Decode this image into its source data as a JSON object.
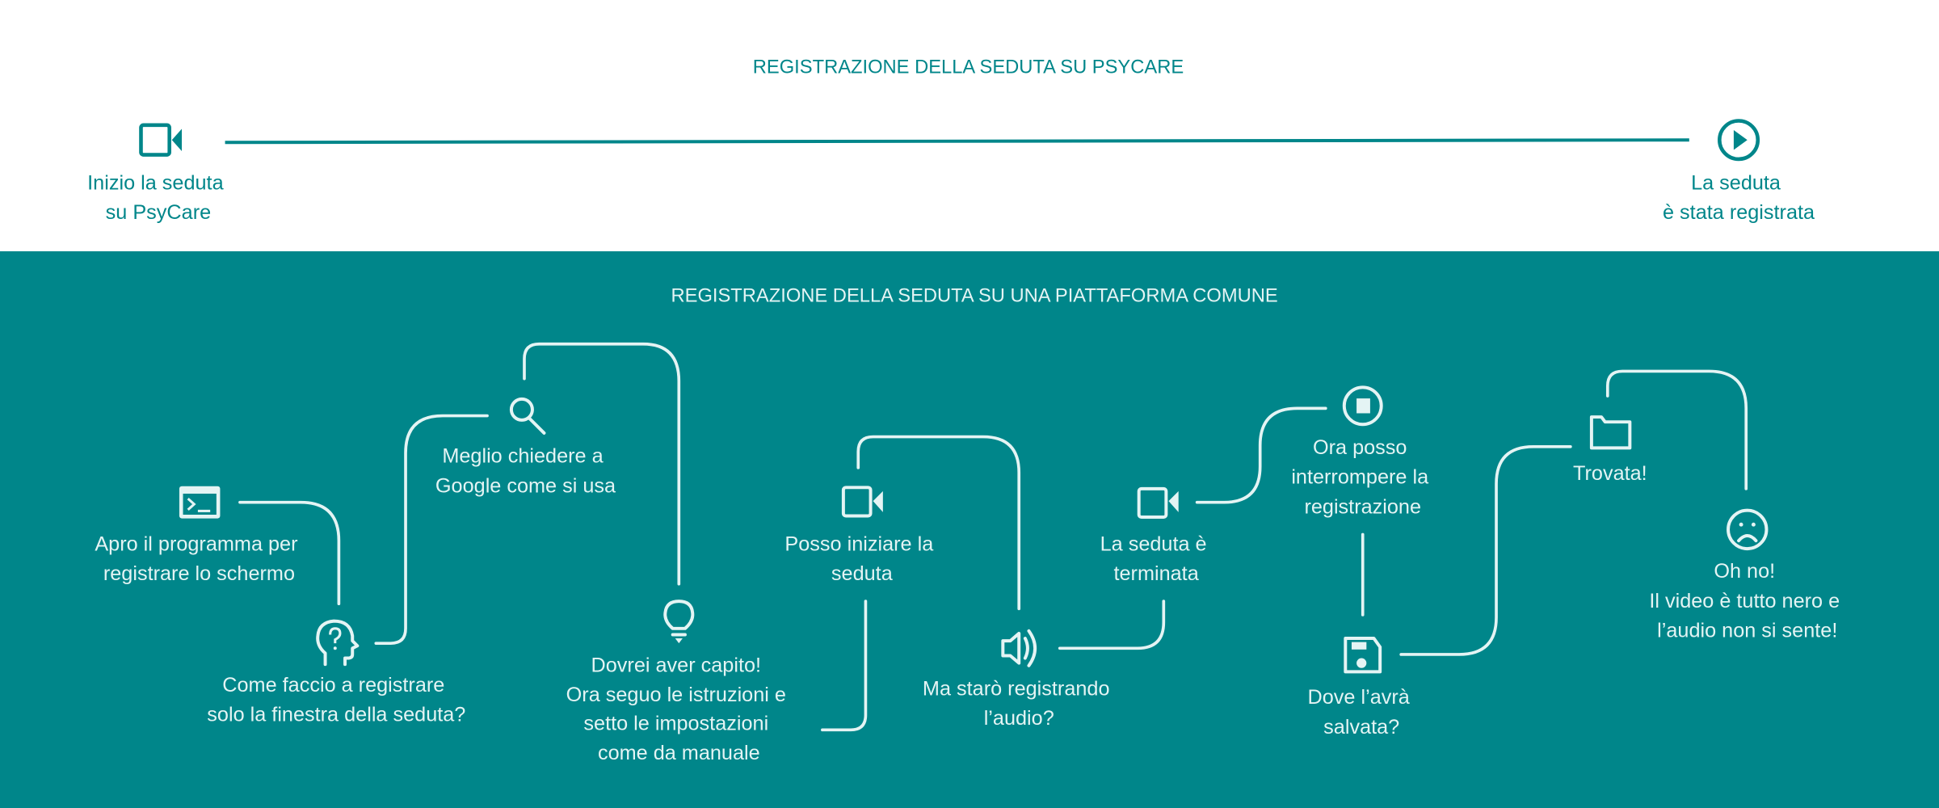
{
  "colors": {
    "brand": "#00868a",
    "light": "#e4f4f4",
    "background": "#ffffff"
  },
  "psycare": {
    "title": "REGISTRAZIONE DELLA SEDUTA SU PSYCARE",
    "start": {
      "icon": "video-camera-icon",
      "lines": [
        "Inizio la seduta",
        "su PsyCare"
      ]
    },
    "end": {
      "icon": "play-circle-icon",
      "lines": [
        "La seduta",
        "è stata registrata"
      ]
    }
  },
  "common": {
    "title": "REGISTRAZIONE DELLA SEDUTA SU UNA PIATTAFORMA COMUNE",
    "steps": [
      {
        "icon": "terminal-icon",
        "lines": [
          "Apro il programma per",
          "registrare lo schermo"
        ]
      },
      {
        "icon": "question-head-icon",
        "lines": [
          "Come faccio a registrare",
          "solo la finestra della seduta?"
        ]
      },
      {
        "icon": "search-icon",
        "lines": [
          "Meglio chiedere a",
          "Google come si usa"
        ]
      },
      {
        "icon": "lightbulb-icon",
        "lines": [
          "Dovrei aver capito!",
          "Ora seguo le istruzioni e",
          "setto le impostazioni",
          "come da manuale"
        ]
      },
      {
        "icon": "video-camera-icon",
        "lines": [
          "Posso iniziare la",
          "seduta"
        ]
      },
      {
        "icon": "speaker-icon",
        "lines": [
          "Ma starò registrando",
          "l’audio?"
        ]
      },
      {
        "icon": "video-camera-icon",
        "lines": [
          "La seduta è",
          "terminata"
        ]
      },
      {
        "icon": "stop-circle-icon",
        "lines": [
          "Ora posso",
          "interrompere la",
          "registrazione"
        ]
      },
      {
        "icon": "floppy-disk-icon",
        "lines": [
          "Dove l’avrà",
          "salvata?"
        ]
      },
      {
        "icon": "folder-icon",
        "lines": [
          "Trovata!"
        ]
      },
      {
        "icon": "sad-face-icon",
        "lines": [
          "Oh no!",
          "Il video è tutto nero e",
          "l’audio non si sente!"
        ]
      }
    ]
  }
}
